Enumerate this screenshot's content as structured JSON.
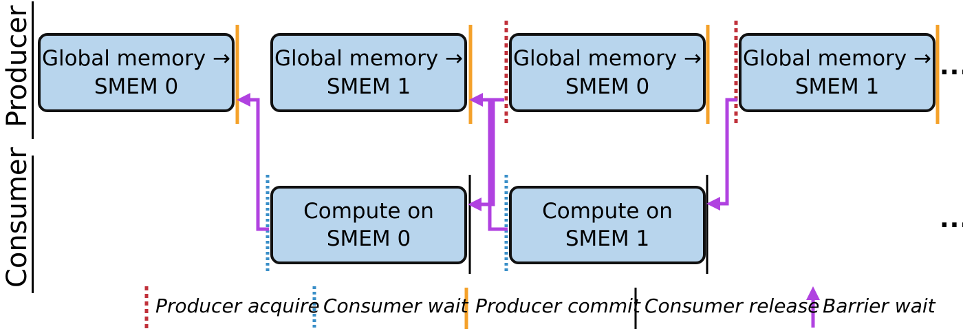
{
  "lanes": {
    "producer": "Producer",
    "consumer": "Consumer"
  },
  "producer_boxes": [
    {
      "line1": "Global memory →",
      "line2": "SMEM 0"
    },
    {
      "line1": "Global memory →",
      "line2": "SMEM 1"
    },
    {
      "line1": "Global memory →",
      "line2": "SMEM 0"
    },
    {
      "line1": "Global memory →",
      "line2": "SMEM 1"
    }
  ],
  "consumer_boxes": [
    {
      "line1": "Compute on",
      "line2": "SMEM 0"
    },
    {
      "line1": "Compute on",
      "line2": "SMEM 1"
    }
  ],
  "continuation": "...",
  "legend": {
    "producer_acquire": "Producer acquire",
    "consumer_wait": "Consumer wait",
    "producer_commit": "Producer commit",
    "consumer_release": "Consumer release",
    "barrier_wait": "Barrier wait"
  },
  "colors": {
    "box_fill": "#b8d5ed",
    "producer_acquire": "#c0303a",
    "consumer_wait": "#3a8fc8",
    "producer_commit": "#f4a12a",
    "consumer_release": "#000000",
    "barrier_wait": "#b042e0"
  }
}
